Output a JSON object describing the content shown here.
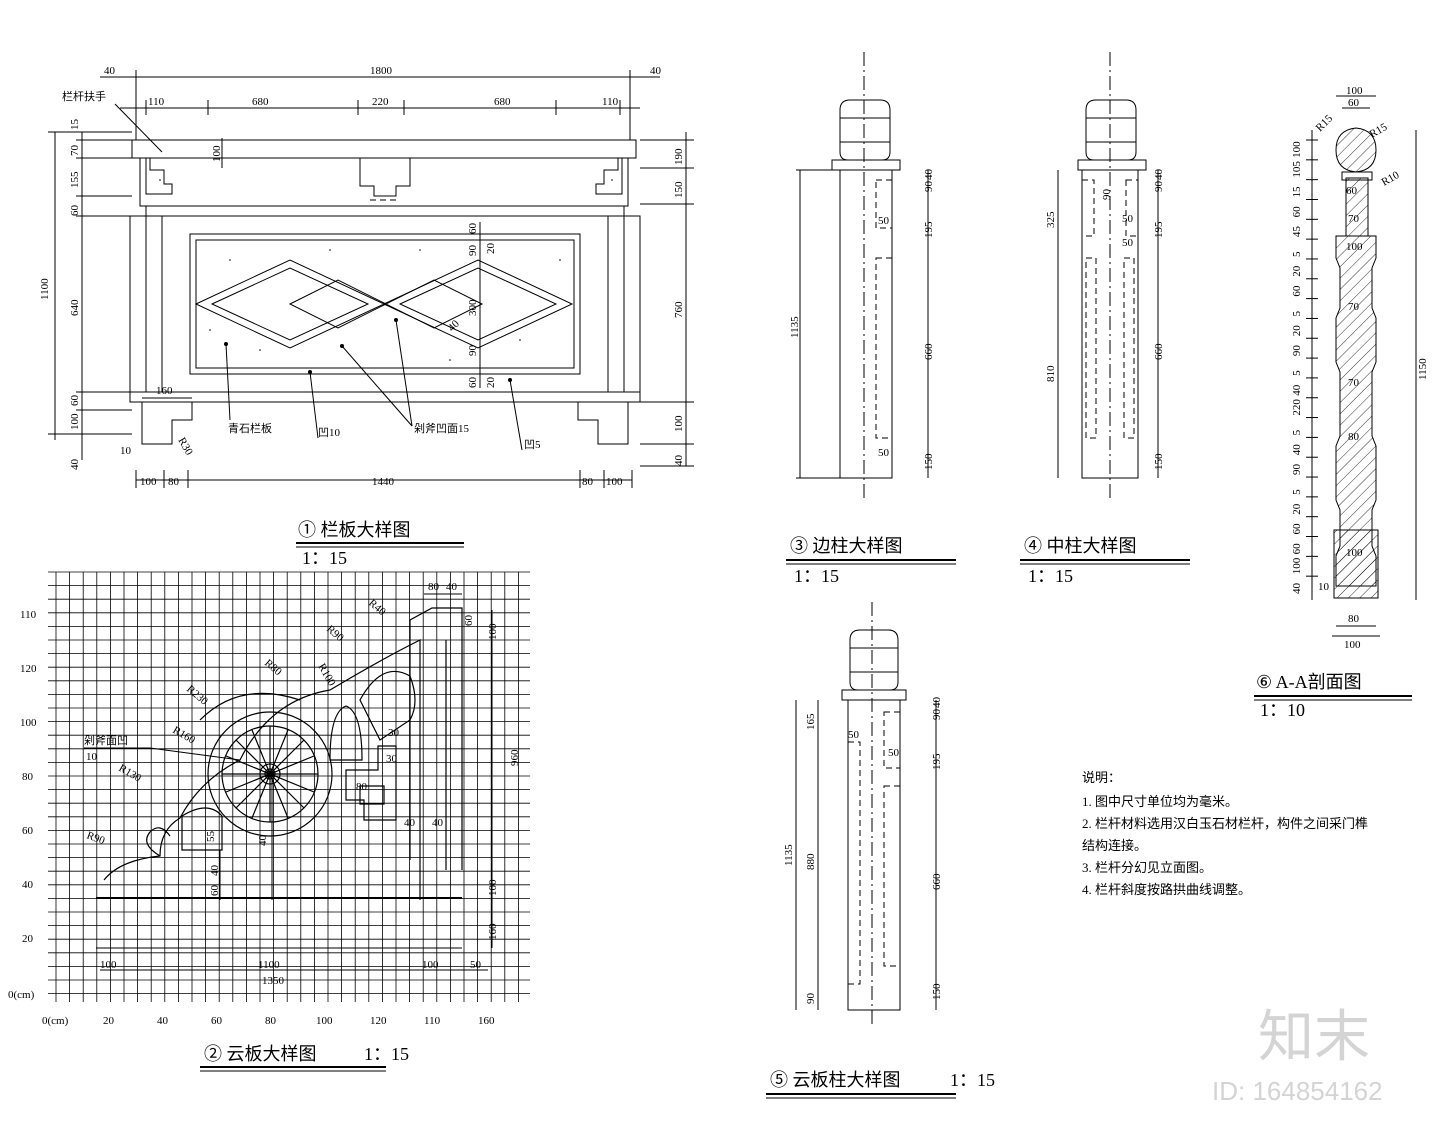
{
  "titles": {
    "t1": "① 栏板大样图",
    "s1": "1：15",
    "t2": "② 云板大样图",
    "s2": "1：15",
    "t3": "③ 边柱大样图",
    "s3": "1：15",
    "t4": "④ 中柱大样图",
    "s4": "1：15",
    "t5": "⑤ 云板柱大样图",
    "s5": "1：15",
    "t6": "⑥ A-A剖面图",
    "s6": "1：10"
  },
  "labels": {
    "handrail": "栏杆扶手",
    "stone": "青石栏板",
    "recess10": "凹10",
    "recess15_panel": "剁斧凹面15",
    "recess5": "凹5",
    "r30": "R30",
    "cloud_recess": "剁斧面凹",
    "cloud_recess_val": "10"
  },
  "notes": {
    "head": "说明：",
    "n1": "1. 图中尺寸单位均为毫米。",
    "n2": "2. 栏杆材料选用汉白玉石材栏杆，构件之间采门榫",
    "n2b": "结构连接。",
    "n3": "3. 栏杆分幻见立面图。",
    "n4": "4. 栏杆斜度按路拱曲线调整。"
  },
  "panel_dims": {
    "top": [
      "40",
      "1800",
      "40"
    ],
    "top2": [
      "110",
      "680",
      "220",
      "680",
      "110"
    ],
    "left": [
      "15",
      "70",
      "155",
      "60",
      "640",
      "60",
      "100",
      "40"
    ],
    "left_total": "1100",
    "right": [
      "190",
      "150",
      "760",
      "100",
      "40"
    ],
    "right_top": "100",
    "bottom": [
      "100",
      "80",
      "1440",
      "80",
      "100"
    ],
    "center_v": [
      "60",
      "90",
      "20",
      "300",
      "90",
      "60",
      "20"
    ],
    "misc": [
      "160",
      "10",
      "40"
    ]
  },
  "grid": {
    "y_ticks": [
      "110",
      "120",
      "100",
      "80",
      "60",
      "40",
      "20",
      "0(cm)"
    ],
    "x_ticks": [
      "0(cm)",
      "20",
      "40",
      "60",
      "80",
      "100",
      "120",
      "110",
      "160"
    ],
    "radii": [
      "R40",
      "R90",
      "R80",
      "R100",
      "R230",
      "R160",
      "R130",
      "R90"
    ],
    "dims": [
      "80",
      "40",
      "60",
      "100",
      "960",
      "100",
      "160",
      "100",
      "1100",
      "100",
      "1350",
      "50",
      "55",
      "40",
      "60",
      "40",
      "40",
      "30",
      "30",
      "80",
      "40"
    ]
  },
  "side_post": {
    "total": "1135",
    "right": [
      "90",
      "40",
      "195",
      "660",
      "150"
    ],
    "inner": [
      "50",
      "50"
    ]
  },
  "mid_post": {
    "left": [
      "325",
      "810"
    ],
    "right": [
      "90",
      "40",
      "195",
      "660",
      "150"
    ],
    "inner": [
      "90",
      "50",
      "50"
    ]
  },
  "cloud_post": {
    "left": [
      "165",
      "1135",
      "880",
      "90"
    ],
    "right": [
      "90",
      "40",
      "195",
      "660",
      "150"
    ],
    "inner": [
      "50",
      "50"
    ]
  },
  "section": {
    "top": [
      "100",
      "60"
    ],
    "radii": [
      "R15",
      "R15",
      "R10"
    ],
    "left": [
      "100",
      "105",
      "15",
      "60",
      "45",
      "5",
      "20",
      "60",
      "5",
      "20",
      "90",
      "5",
      "40",
      "220",
      "5",
      "40",
      "90",
      "5",
      "20",
      "60",
      "60",
      "100",
      "40"
    ],
    "inner": [
      "60",
      "70",
      "100",
      "70",
      "70",
      "80",
      "100",
      "10"
    ],
    "bottom": [
      "80",
      "100"
    ],
    "total": "1150"
  },
  "watermark": {
    "logo": "知末",
    "id": "ID: 164854162"
  }
}
